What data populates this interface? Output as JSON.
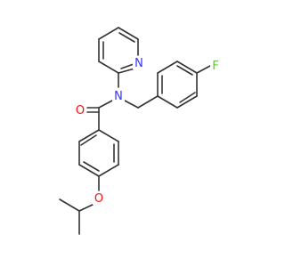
{
  "molecule": {
    "atoms": [
      {
        "id": "N_pyr",
        "label": "N",
        "color": "#3333ff"
      },
      {
        "id": "N_amide",
        "label": "N",
        "color": "#3333ff"
      },
      {
        "id": "O_carbonyl",
        "label": "O",
        "color": "#ff0d0d"
      },
      {
        "id": "F",
        "label": "F",
        "color": "#6ebf4a"
      },
      {
        "id": "O_ether",
        "label": "O",
        "color": "#ff0d0d"
      }
    ],
    "bond_color": "#333333",
    "background": "#ffffff"
  }
}
